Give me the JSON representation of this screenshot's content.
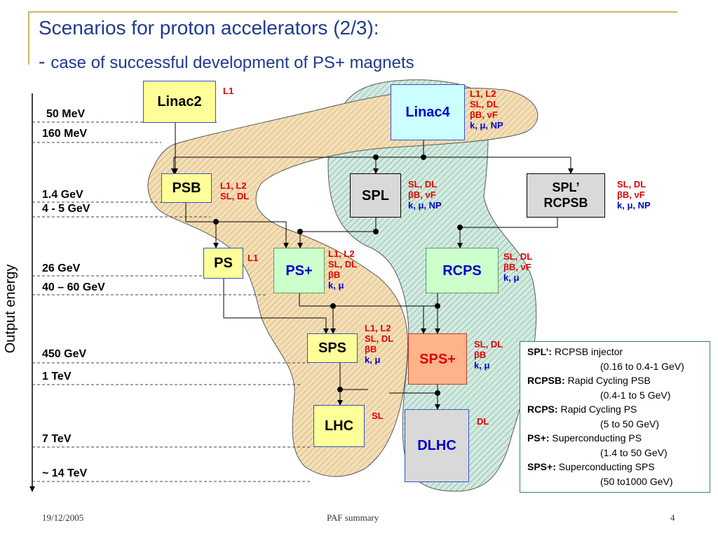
{
  "title": {
    "line1": "Scenarios for proton accelerators (2/3):",
    "dash": "-",
    "line2": "case of successful development of PS+ magnets"
  },
  "axis": {
    "title": "Output energy",
    "energy_levels": [
      "50 MeV",
      "160 MeV",
      "1.4 GeV",
      "4 - 5 GeV",
      "26 GeV",
      "40 – 60 GeV",
      "450 GeV",
      "1 TeV",
      "7 TeV",
      "~ 14 TeV"
    ]
  },
  "boxes": {
    "linac2": "Linac2",
    "linac4": "Linac4",
    "psb": "PSB",
    "spl": "SPL",
    "spl_prime_line1": "SPL’",
    "spl_prime_line2": "RCPSB",
    "ps": "PS",
    "ps_plus": "PS+",
    "rcps": "RCPS",
    "sps": "SPS",
    "sps_plus": "SPS+",
    "lhc": "LHC",
    "dlhc": "DLHC"
  },
  "notes": {
    "linac2": [
      "L1"
    ],
    "linac4_red": [
      "L1, L2",
      "SL, DL",
      "βB, νF"
    ],
    "linac4_blue": "k, μ, NP",
    "psb": [
      "L1, L2",
      "SL, DL"
    ],
    "spl_red": [
      "SL, DL",
      "βB, νF"
    ],
    "spl_blue": "k, μ, NP",
    "spl_prime_red": [
      "SL, DL",
      "βB, νF"
    ],
    "spl_prime_blue": "k, μ, NP",
    "ps": [
      "L1"
    ],
    "ps_plus_red": [
      "L1, L2",
      "SL, DL",
      "βB"
    ],
    "ps_plus_blue": "k, μ",
    "rcps_red": [
      "SL, DL",
      "βB, νF"
    ],
    "rcps_blue": "k, μ",
    "sps_red": [
      "L1, L2",
      "SL, DL",
      "βB"
    ],
    "sps_blue": "k, μ",
    "sps_plus_red": [
      "SL, DL",
      "βB"
    ],
    "sps_plus_blue": "k, μ",
    "lhc": [
      "SL"
    ],
    "dlhc": [
      "DL"
    ]
  },
  "legend": [
    {
      "term": "SPL’:",
      "desc": "RCPSB injector",
      "range": "(0.16 to 0.4-1 GeV)"
    },
    {
      "term": "RCPSB:",
      "desc": "Rapid Cycling PSB",
      "range": "(0.4-1 to 5 GeV)"
    },
    {
      "term": "RCPS:",
      "desc": "Rapid Cycling PS",
      "range": "(5 to 50 GeV)"
    },
    {
      "term": "PS+:",
      "desc": "Superconducting PS",
      "range": "(1.4 to 50 GeV)"
    },
    {
      "term": "SPS+:",
      "desc": "Superconducting SPS",
      "range": "(50 to1000 GeV)"
    }
  ],
  "footer": {
    "date": "19/12/2005",
    "center": "PAF summary",
    "page": "4"
  },
  "colors": {
    "title": "#1f3a8f",
    "note_red": "#e00000",
    "note_blue": "#0000cc",
    "tan_region": "#f5deb3",
    "green_region": "#cfe9df"
  }
}
